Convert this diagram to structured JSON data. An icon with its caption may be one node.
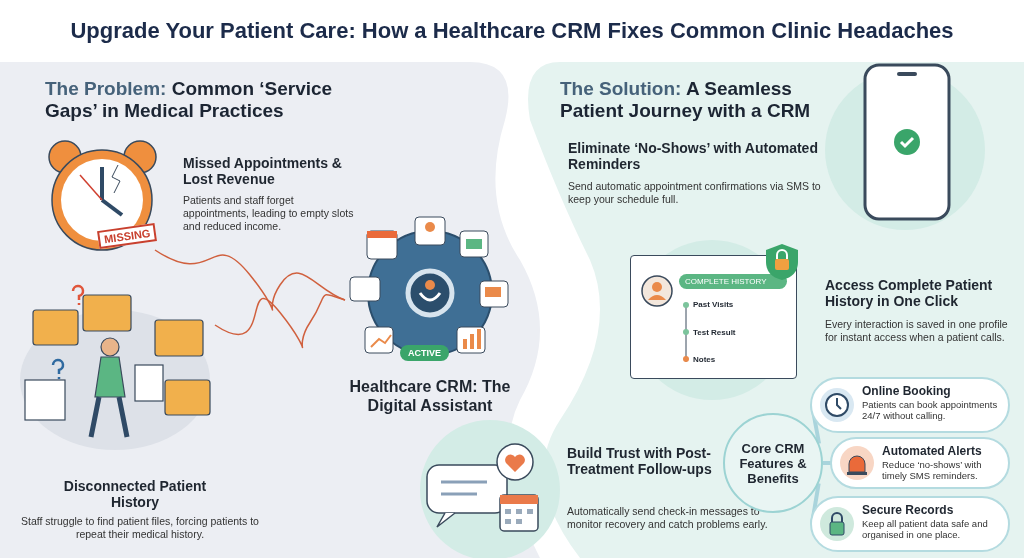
{
  "diagram": {
    "title": "Upgrade Your Patient Care: How a Healthcare CRM Fixes Common Clinic Headaches",
    "nodes": [
      {
        "text": [
          "MISSING"
        ]
      },
      {
        "text": [],
        "shape": "picture"
      },
      {
        "text": [
          "ACTIVE"
        ],
        "beside": [
          "Healthcare CRM: The Digital Assistant"
        ]
      },
      {
        "text": [
          "Core CRM Features & Benefits"
        ]
      },
      {
        "text": [
          "Online Booking",
          "Patients can book appointments 24/7 without calling."
        ]
      },
      {
        "text": [
          "Automated Alerts",
          "Reduce ‘no-shows’ with timely SMS reminders."
        ]
      },
      {
        "text": [
          "Secure Records",
          "Keep all patient data safe and organised in one place."
        ]
      }
    ],
    "edges": [
      {
        "from": 0,
        "to": 2,
        "arrow": "none",
        "color": "#d0603e"
      },
      {
        "from": 1,
        "to": 2,
        "arrow": "none",
        "color": "#d0603e"
      },
      {
        "from": 3,
        "to": 4,
        "arrow": "none"
      },
      {
        "from": 3,
        "to": 5,
        "arrow": "none"
      },
      {
        "from": 3,
        "to": 6,
        "arrow": "none"
      }
    ],
    "labels": [
      "The Problem: Common ‘Service Gaps’ in Medical Practices",
      "Missed Appointments & Lost Revenue",
      "Patients and staff forget appointments, leading to empty slots and reduced income.",
      "Disconnected Patient History",
      "Staff struggle to find patient files, forcing patients to repeat their medical history.",
      "The Solution: A Seamless Patient Journey with a CRM",
      "Eliminate ‘No-Shows’ with Automated Reminders",
      "Send automatic appointment confirmations via SMS to keep your schedule full.",
      "COMPLETE HISTORY",
      "Past Visits",
      "Test Result",
      "Notes",
      "Access Complete Patient History in One Click",
      "Every interaction is saved in one profile for instant access when a patient calls.",
      "Build Trust with Post-Treatment Follow-ups",
      "Automatically send check-in messages to monitor recovery and catch problems early."
    ]
  }
}
